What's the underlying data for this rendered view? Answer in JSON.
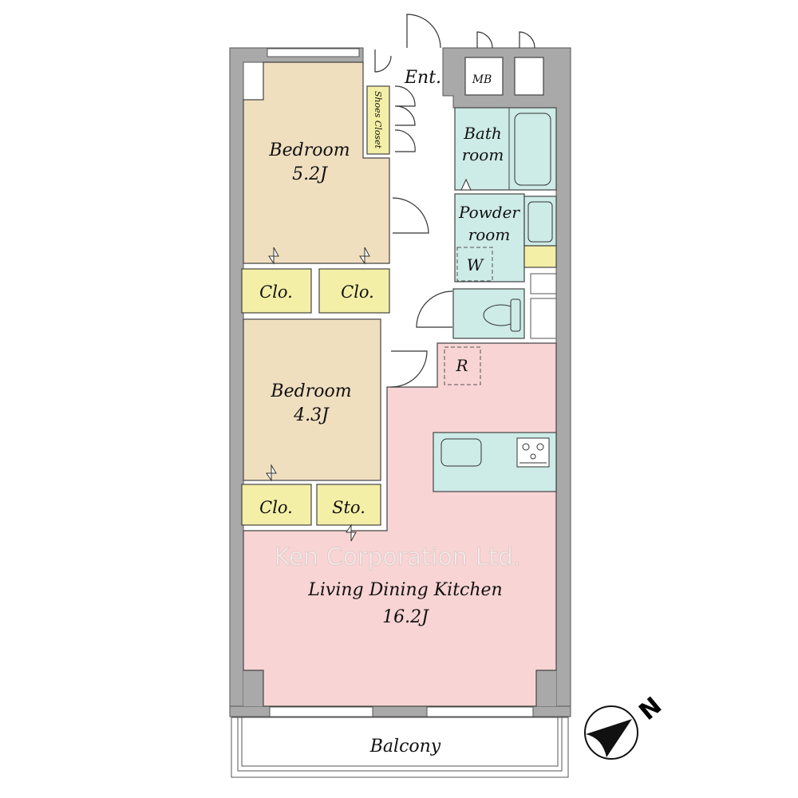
{
  "rooms": {
    "entrance": "Ent.",
    "meter_box": "MB",
    "shoes_closet": "Shoes Closet",
    "bathroom_line1": "Bath",
    "bathroom_line2": "room",
    "powder_line1": "Powder",
    "powder_line2": "room",
    "washer": "W",
    "bedroom1_name": "Bedroom",
    "bedroom1_size": "5.2J",
    "bedroom2_name": "Bedroom",
    "bedroom2_size": "4.3J",
    "closet1": "Clo.",
    "closet2": "Clo.",
    "closet3": "Clo.",
    "storage": "Sto.",
    "refrigerator": "R",
    "ldk_name": "Living Dining Kitchen",
    "ldk_size": "16.2J",
    "balcony": "Balcony"
  },
  "watermark": "Ken Corporation Ltd.",
  "compass": {
    "label": "N"
  },
  "colors": {
    "wall": "#a9a9a9",
    "bedroom": "#f0dfbf",
    "closet": "#f4efa6",
    "wet_area": "#cdebe7",
    "ldk": "#f8d4d4"
  }
}
